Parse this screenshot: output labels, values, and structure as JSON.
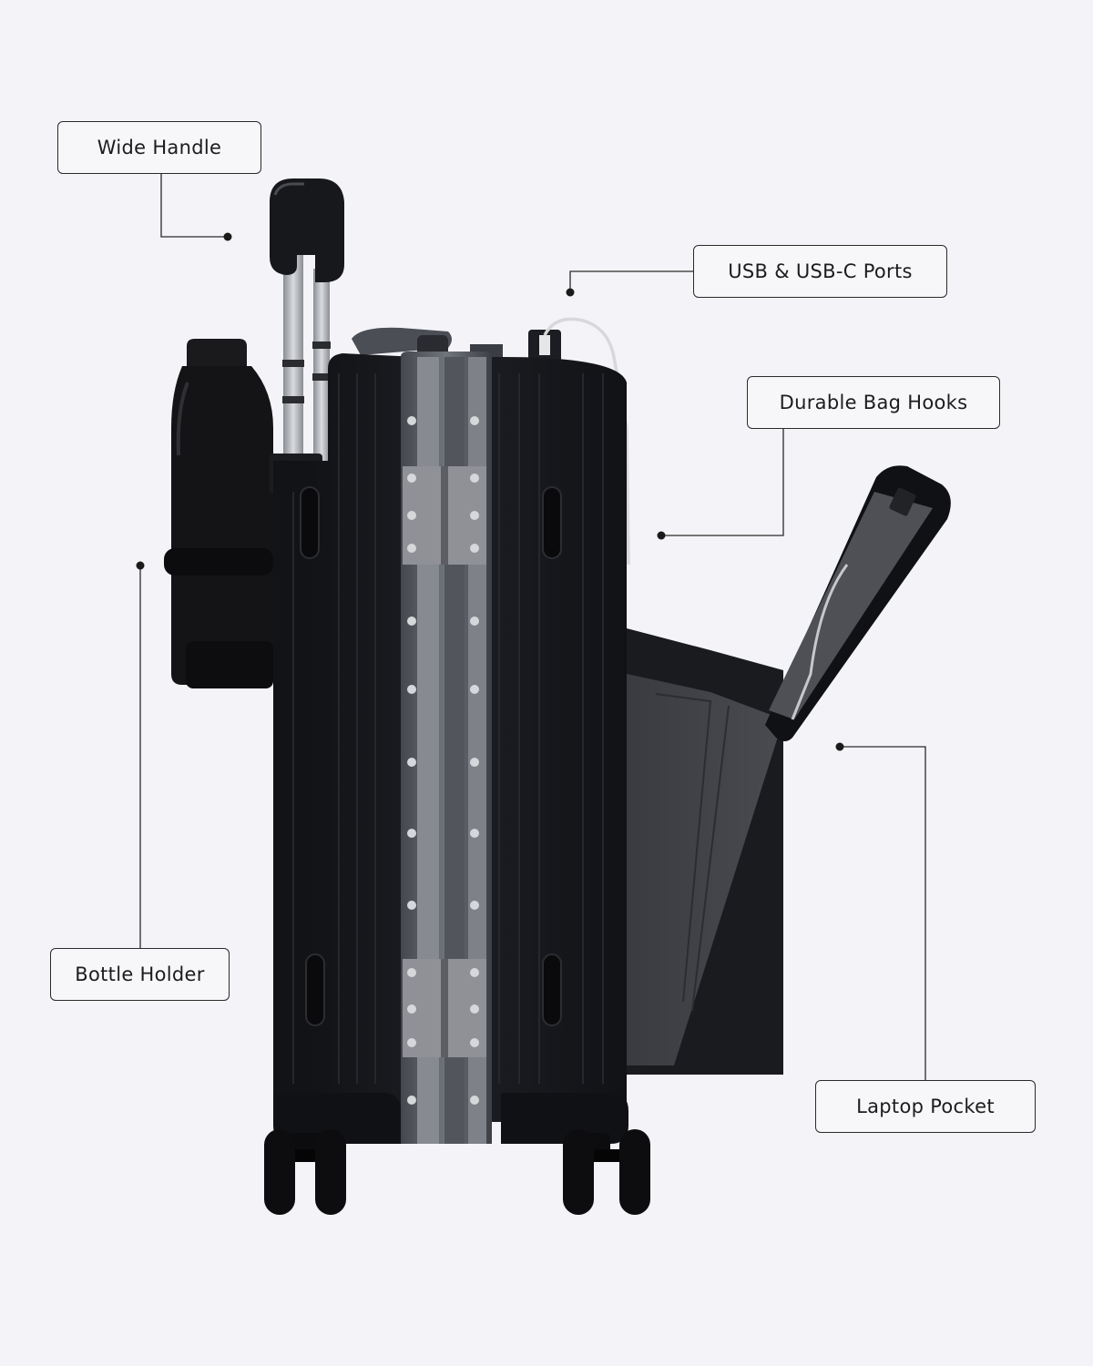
{
  "callouts": {
    "wide_handle": "Wide Handle",
    "usb_ports": "USB & USB-C Ports",
    "bag_hooks": "Durable Bag Hooks",
    "bottle_holder": "Bottle Holder",
    "laptop_pocket": "Laptop Pocket"
  },
  "colors": {
    "background": "#f4f4f8",
    "suitcase_body": "#16171b",
    "frame": "#5d6168",
    "handle_metal": "#b9bcc2",
    "leader_line": "#2a2a2a"
  }
}
